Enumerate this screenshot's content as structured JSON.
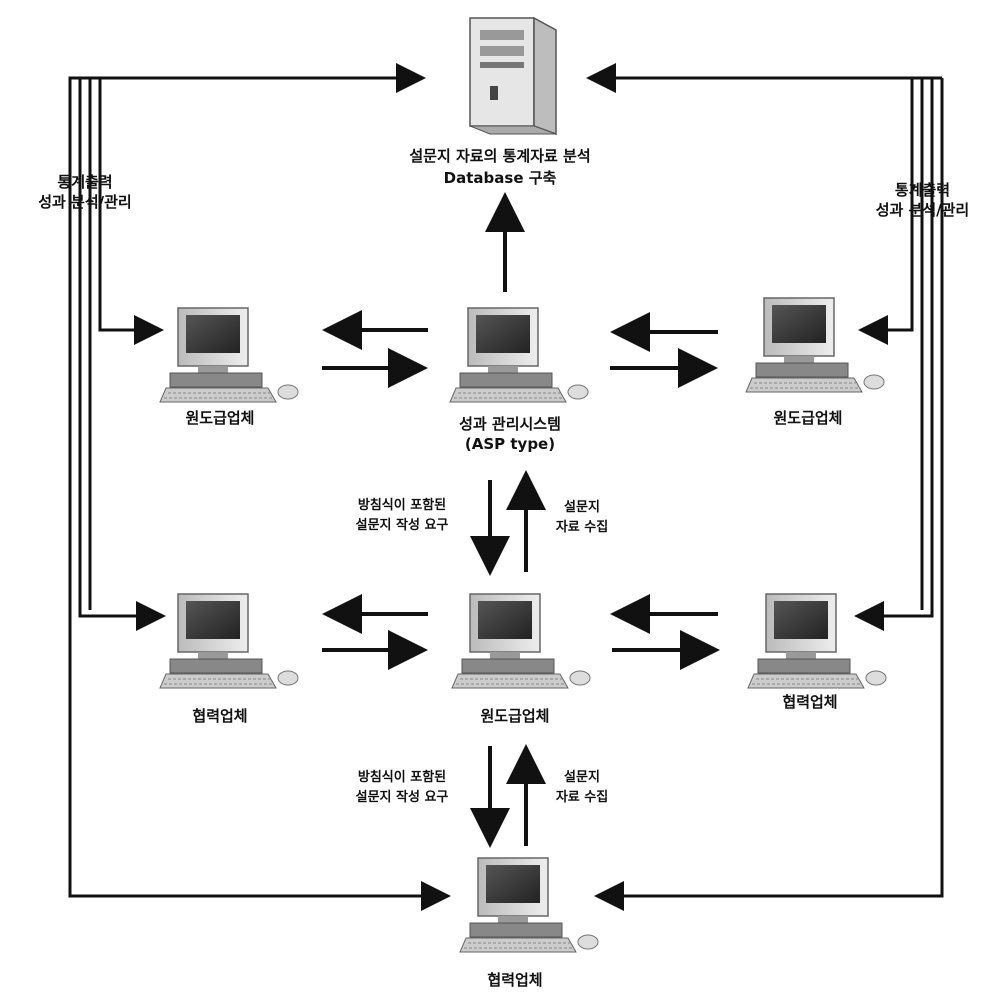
{
  "server": {
    "caption_line1": "설문지 자료의 통계자료 분석",
    "caption_line2": "Database 구축"
  },
  "side_labels": {
    "left_line1": "통계출력",
    "left_line2": "성과 분석/관리",
    "right_line1": "통계출력",
    "right_line2": "성과 분석/관리"
  },
  "nodes": {
    "row1_left": "원도급업체",
    "center_line1": "성과 관리시스템",
    "center_line2": "(ASP type)",
    "row1_right": "원도급업체",
    "row2_left": "협력업체",
    "row2_center": "원도급업체",
    "row2_right": "협력업체",
    "bottom": "협력업체"
  },
  "vertical_labels": {
    "upper_left_line1": "방침식이 포함된",
    "upper_left_line2": "설문지 작성 요구",
    "upper_right_line1": "설문지",
    "upper_right_line2": "자료 수집",
    "lower_left_line1": "방침식이 포함된",
    "lower_left_line2": "설문지 작성 요구",
    "lower_right_line1": "설문지",
    "lower_right_line2": "자료 수집"
  }
}
